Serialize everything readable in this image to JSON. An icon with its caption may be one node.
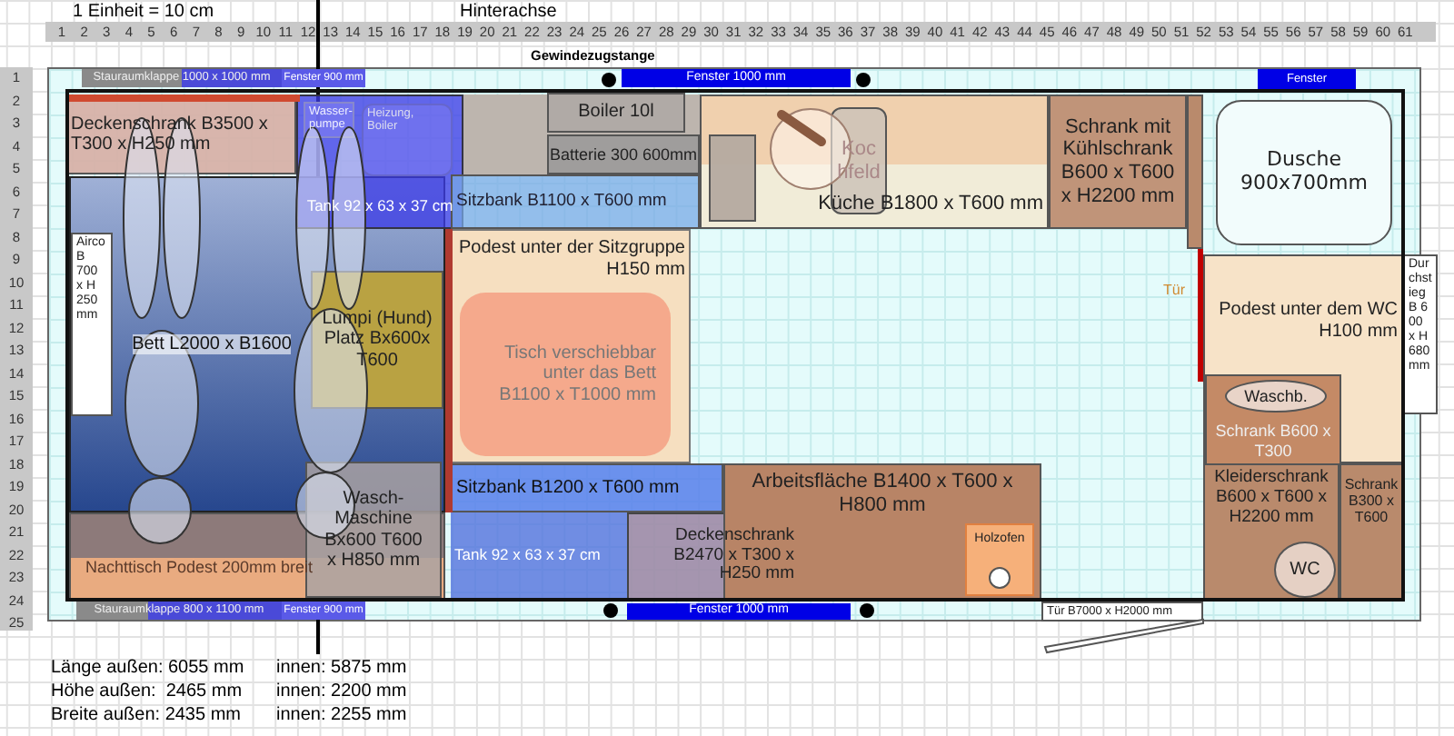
{
  "diagram": {
    "nodes": [
      {
        "text": [
          "Stauraumklappe 1000 x 1000 mm"
        ]
      },
      {
        "text": [
          "Fenster 900 mm"
        ]
      },
      {
        "text": [
          "Fenster 1000 mm"
        ]
      },
      {
        "text": [
          "Fenster"
        ]
      },
      {
        "text": [
          "Deckenschrank B3500 x T300 x H250 mm"
        ]
      },
      {
        "text": [
          "Tank 92 x 63 x 37 cm"
        ]
      },
      {
        "text": [
          "Wasser-pumpe"
        ],
        "in": 5
      },
      {
        "text": [
          "Heizung, Boiler"
        ],
        "in": 5
      },
      {
        "text": [
          "Boiler 10l"
        ]
      },
      {
        "text": [
          "Sitzbank B1100 x T600 mm"
        ]
      },
      {
        "text": [
          "Batterie 300 600mm"
        ]
      },
      {
        "text": [
          "Küche B1800 x T600 mm"
        ]
      },
      {
        "text": [],
        "shape": "box",
        "in": 11
      },
      {
        "text": [
          "Kochfeld"
        ],
        "in": 11
      },
      {
        "text": [
          "Schrank mit Kühlschrank B600 x T600 x H2200 mm"
        ]
      },
      {
        "text": [
          "Dusche 900x700mm"
        ]
      },
      {
        "text": [
          "Bett L2000 x B1600"
        ]
      },
      {
        "text": [
          "Airco B 700 x H 250 mm"
        ],
        "in": 16
      },
      {
        "text": [
          "Lumpi (Hund) Platz Bx600x T600"
        ],
        "in": 16
      },
      {
        "text": [
          "Podest unter der Sitzgruppe H150 mm"
        ]
      },
      {
        "text": [
          "Tisch verschiebbar unter das Bett B1100 x T1000 mm"
        ],
        "in": 19
      },
      {
        "text": [
          "Podest unter dem WC H100 mm"
        ]
      },
      {
        "text": [
          "Durchstieg B 600 x H 680 mm"
        ]
      },
      {
        "text": [
          "Schrank B600 x T300"
        ],
        "in": 21
      },
      {
        "text": [
          "Waschb."
        ],
        "in": 23
      },
      {
        "text": [
          "Wasch-Maschine Bx600 T600 x H850 mm"
        ]
      },
      {
        "text": [
          "Nachttisch Podest 200mm breit"
        ]
      },
      {
        "text": [
          "Sitzbank B1200 x T600 mm"
        ]
      },
      {
        "text": [
          "Tank 92 x 63 x 37 cm"
        ]
      },
      {
        "text": [
          "Deckenschrank B2470 x T300 x H250 mm"
        ]
      },
      {
        "text": [
          "Arbeitsfläche B1400 x T600 x H800 mm"
        ]
      },
      {
        "text": [
          "Holzofen"
        ],
        "in": 30
      },
      {
        "text": [
          "Kleiderschrank B600 x T600 x H2200 mm"
        ]
      },
      {
        "text": [
          "WC"
        ],
        "in": 32
      },
      {
        "text": [
          "Schrank B300 x T600"
        ]
      },
      {
        "text": [
          "Stauraumklappe 800 x 1100 mm"
        ]
      },
      {
        "text": [
          "Fenster 900 mm"
        ]
      },
      {
        "text": [
          "Fenster 1000 mm"
        ]
      },
      {
        "text": [
          "Tür B7000 x H2000 mm"
        ]
      }
    ],
    "edges": [],
    "labels": [
      "1 Einheit = 10 cm",
      "Hinterachse",
      "1",
      "2",
      "3",
      "4",
      "5",
      "6",
      "7",
      "8",
      "9",
      "10",
      "11",
      "12",
      "13",
      "14",
      "15",
      "16",
      "17",
      "18",
      "19",
      "20",
      "21",
      "22",
      "23",
      "24",
      "25",
      "26",
      "27",
      "28",
      "29",
      "30",
      "31",
      "32",
      "33",
      "34",
      "35",
      "36",
      "37",
      "38",
      "39",
      "40",
      "41",
      "42",
      "43",
      "44",
      "45",
      "46",
      "47",
      "48",
      "49",
      "50",
      "51",
      "52",
      "53",
      "54",
      "55",
      "56",
      "57",
      "58",
      "59",
      "60",
      "61",
      "Gewindezugstange",
      "1",
      "2",
      "3",
      "4",
      "5",
      "6",
      "7",
      "8",
      "9",
      "10",
      "11",
      "12",
      "13",
      "14",
      "15",
      "16",
      "17",
      "18",
      "19",
      "20",
      "21",
      "22",
      "23",
      "24",
      "25",
      "Tür",
      "Länge außen: 6055 mm",
      "innen: 5875 mm",
      "Höhe außen:  2465 mm",
      "innen: 2200 mm",
      "Breite außen: 2435 mm",
      "innen: 2255 mm"
    ]
  }
}
